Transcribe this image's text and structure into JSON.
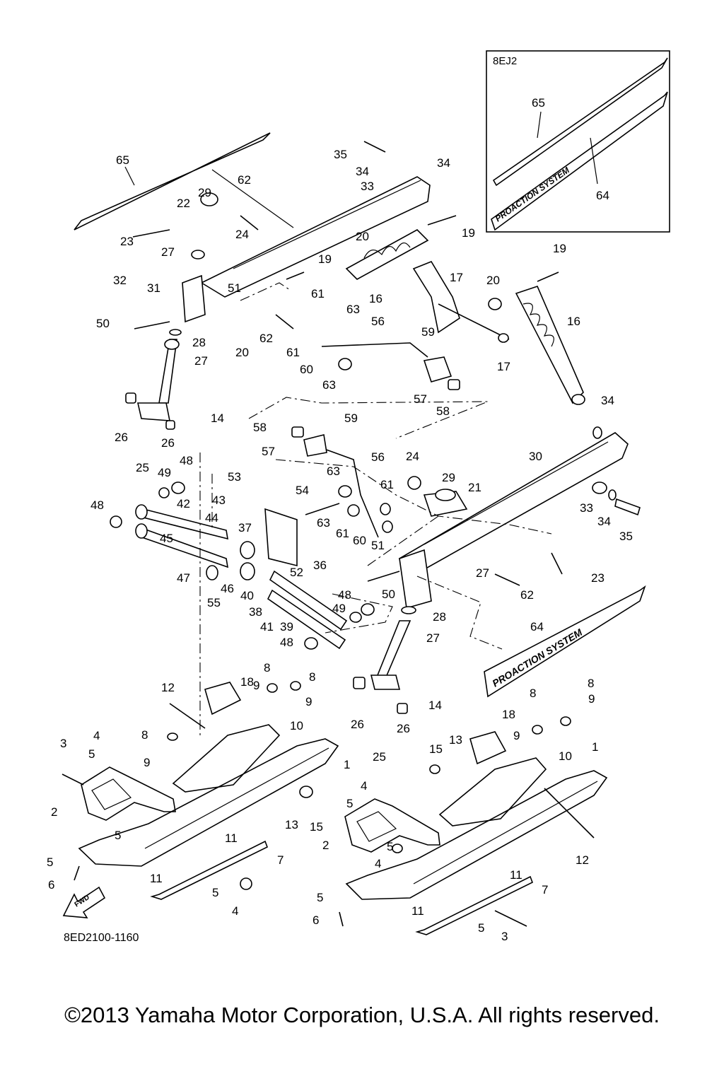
{
  "inset": {
    "label": "8EJ2"
  },
  "diagram_code": "8ED2100-1160",
  "fwd_label": "FWD",
  "emblem_text": "PROACTION SYSTEM",
  "copyright": "©2013 Yamaha Motor Corporation, U.S.A. All rights reserved.",
  "callouts": [
    "65",
    "62",
    "29",
    "22",
    "24",
    "23",
    "27",
    "35",
    "34",
    "33",
    "34",
    "20",
    "19",
    "16",
    "17",
    "19",
    "20",
    "16",
    "17",
    "65",
    "64",
    "32",
    "31",
    "51",
    "19",
    "50",
    "28",
    "27",
    "20",
    "62",
    "61",
    "61",
    "63",
    "60",
    "63",
    "56",
    "59",
    "57",
    "58",
    "26",
    "26",
    "25",
    "14",
    "58",
    "57",
    "59",
    "56",
    "63",
    "61",
    "54",
    "49",
    "48",
    "48",
    "42",
    "53",
    "43",
    "44",
    "37",
    "45",
    "47",
    "46",
    "40",
    "52",
    "55",
    "38",
    "41",
    "39",
    "36",
    "48",
    "49",
    "48",
    "63",
    "61",
    "60",
    "51",
    "24",
    "29",
    "21",
    "30",
    "34",
    "33",
    "34",
    "35",
    "27",
    "23",
    "50",
    "62",
    "28",
    "27",
    "64",
    "12",
    "18",
    "8",
    "9",
    "8",
    "9",
    "10",
    "3",
    "4",
    "5",
    "8",
    "9",
    "2",
    "5",
    "1",
    "13",
    "15",
    "11",
    "5",
    "6",
    "11",
    "7",
    "5",
    "4",
    "26",
    "25",
    "26",
    "14",
    "18",
    "13",
    "15",
    "8",
    "9",
    "8",
    "9",
    "10",
    "1",
    "4",
    "5",
    "2",
    "5",
    "4",
    "11",
    "12",
    "7",
    "5",
    "6",
    "11",
    "5",
    "3"
  ]
}
